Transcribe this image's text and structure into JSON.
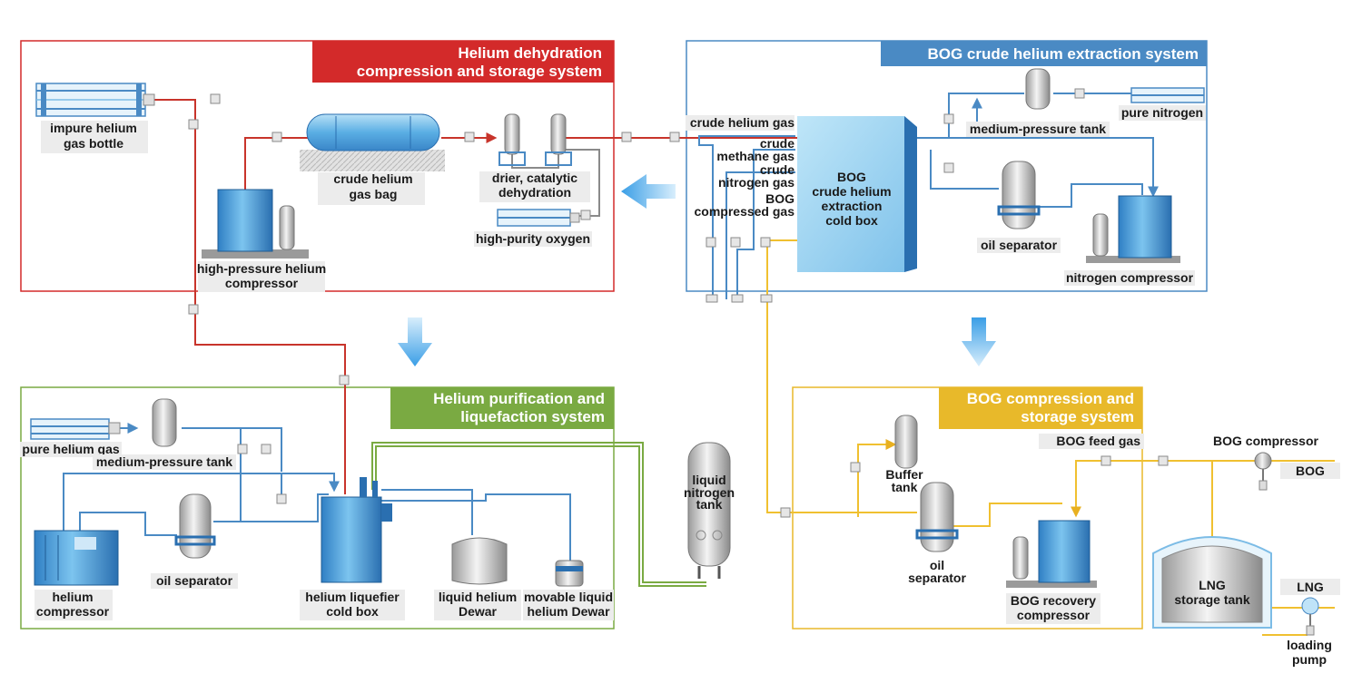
{
  "systems": {
    "dehydration": {
      "title_line1": "Helium dehydration",
      "title_line2": "compression and storage system",
      "color": "#d32a2a"
    },
    "extraction": {
      "title": "BOG crude helium extraction system",
      "color": "#4a8ac4"
    },
    "purification": {
      "title_line1": "Helium purification and",
      "title_line2": "liquefaction system",
      "color": "#7aaa42"
    },
    "compression": {
      "title_line1": "BOG compression and",
      "title_line2": "storage system",
      "color": "#e8b92a"
    }
  },
  "equipment": {
    "impure_bottle": {
      "line1": "impure helium",
      "line2": "gas bottle"
    },
    "crude_bag": {
      "line1": "crude helium",
      "line2": "gas bag"
    },
    "drier": {
      "line1": "drier, catalytic",
      "line2": "dehydration"
    },
    "hp_oxygen": {
      "label": "high-purity oxygen"
    },
    "hp_compressor": {
      "line1": "high-pressure helium",
      "line2": "compressor"
    },
    "cold_box": {
      "line1": "BOG",
      "line2": "crude helium",
      "line3": "extraction",
      "line4": "cold box"
    },
    "pure_nitrogen": {
      "label": "pure nitrogen"
    },
    "mp_tank_top": {
      "label": "medium-pressure tank"
    },
    "oil_sep_top": {
      "label": "oil separator"
    },
    "n2_compressor": {
      "label": "nitrogen compressor"
    },
    "pure_helium": {
      "label": "pure helium gas"
    },
    "mp_tank_bottom": {
      "label": "medium-pressure tank"
    },
    "helium_compressor": {
      "line1": "helium",
      "line2": "compressor"
    },
    "oil_sep_bottom": {
      "label": "oil separator"
    },
    "liquefier": {
      "line1": "helium liquefier",
      "line2": "cold box"
    },
    "dewar": {
      "line1": "liquid helium",
      "line2": "Dewar"
    },
    "movable_dewar": {
      "line1": "movable liquid",
      "line2": "helium Dewar"
    },
    "ln2_tank": {
      "line1": "liquid",
      "line2": "nitrogen",
      "line3": "tank"
    },
    "buffer_tank": {
      "line1": "Buffer",
      "line2": "tank"
    },
    "oil_sep_bog": {
      "line1": "oil",
      "line2": "separator"
    },
    "bog_recovery": {
      "line1": "BOG recovery",
      "line2": "compressor"
    },
    "lng_tank": {
      "line1": "LNG",
      "line2": "storage tank"
    },
    "loading_pump": {
      "line1": "loading",
      "line2": "pump"
    }
  },
  "streams": {
    "crude_helium": "crude helium gas",
    "crude_methane_1": "crude",
    "crude_methane_2": "methane gas",
    "crude_nitrogen_1": "crude",
    "crude_nitrogen_2": "nitrogen gas",
    "bog_compressed_1": "BOG",
    "bog_compressed_2": "compressed gas",
    "bog_feed": "BOG feed gas",
    "bog_compressor": "BOG compressor",
    "bog": "BOG",
    "lng": "LNG"
  },
  "colors": {
    "helium_line": "#c8342b",
    "nitrogen_line": "#4a8ac4",
    "bog_line": "#f0c030",
    "ln2_line": "#7aaa42",
    "flow_arrow": "#3a9ee6"
  }
}
